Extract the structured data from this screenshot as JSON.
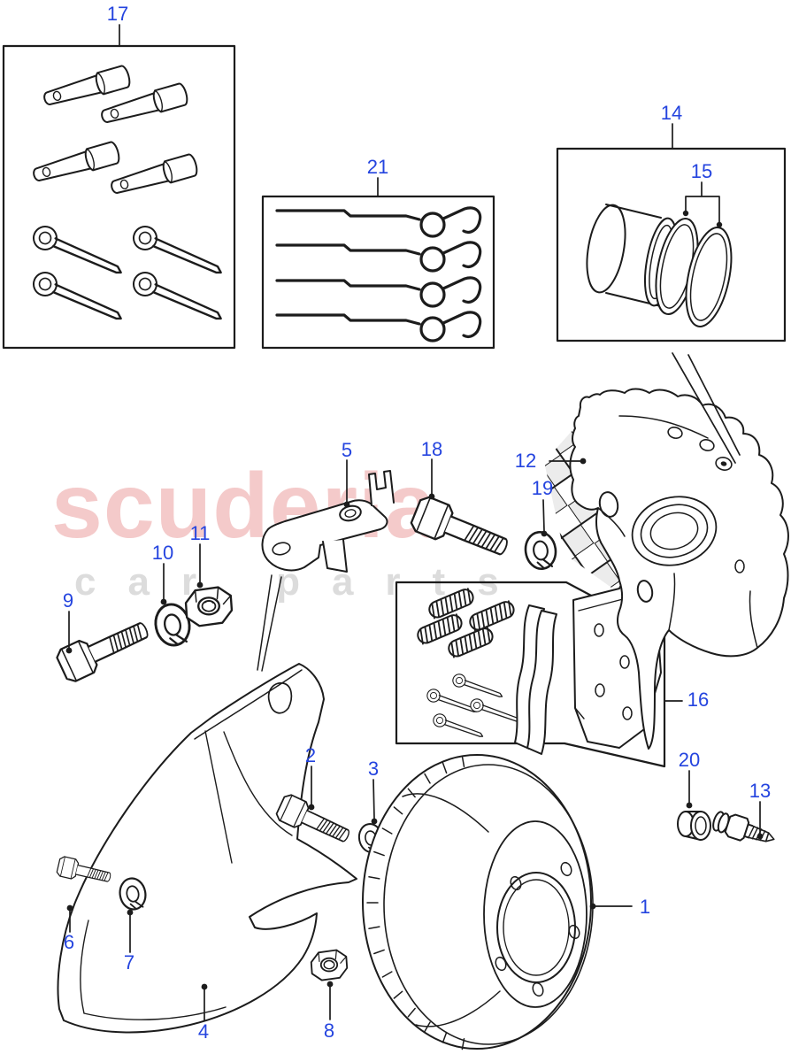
{
  "watermark": {
    "brand": "scuderia",
    "tagline_word1": "car",
    "tagline_word2": "parts"
  },
  "callouts": {
    "c1": "1",
    "c2": "2",
    "c3": "3",
    "c4": "4",
    "c5": "5",
    "c6": "6",
    "c7": "7",
    "c8": "8",
    "c9": "9",
    "c10": "10",
    "c11": "11",
    "c12": "12",
    "c13": "13",
    "c14": "14",
    "c15": "15",
    "c16": "16",
    "c17": "17",
    "c18": "18",
    "c19": "19",
    "c20": "20",
    "c21": "21"
  },
  "colors": {
    "callout_blue": "#2444df",
    "line_black": "#1c1c1c",
    "watermark_pink": "#f4caca",
    "watermark_gray": "#dcdcdc",
    "flag_gray": "#ececec",
    "background": "#ffffff"
  }
}
